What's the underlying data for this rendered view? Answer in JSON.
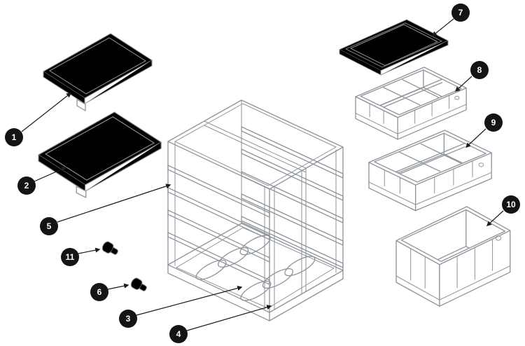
{
  "figure": {
    "type": "exploded-parts-diagram",
    "background_color": "#ffffff",
    "artwork_line_color": "#8d939a",
    "leader_line_color": "#1d1d1f",
    "badge": {
      "fill": "#141416",
      "text_color": "#ffffff"
    },
    "callouts": [
      {
        "number": "1"
      },
      {
        "number": "2"
      },
      {
        "number": "3"
      },
      {
        "number": "4"
      },
      {
        "number": "5"
      },
      {
        "number": "6"
      },
      {
        "number": "7"
      },
      {
        "number": "8"
      },
      {
        "number": "9"
      },
      {
        "number": "10"
      },
      {
        "number": "11"
      }
    ]
  }
}
